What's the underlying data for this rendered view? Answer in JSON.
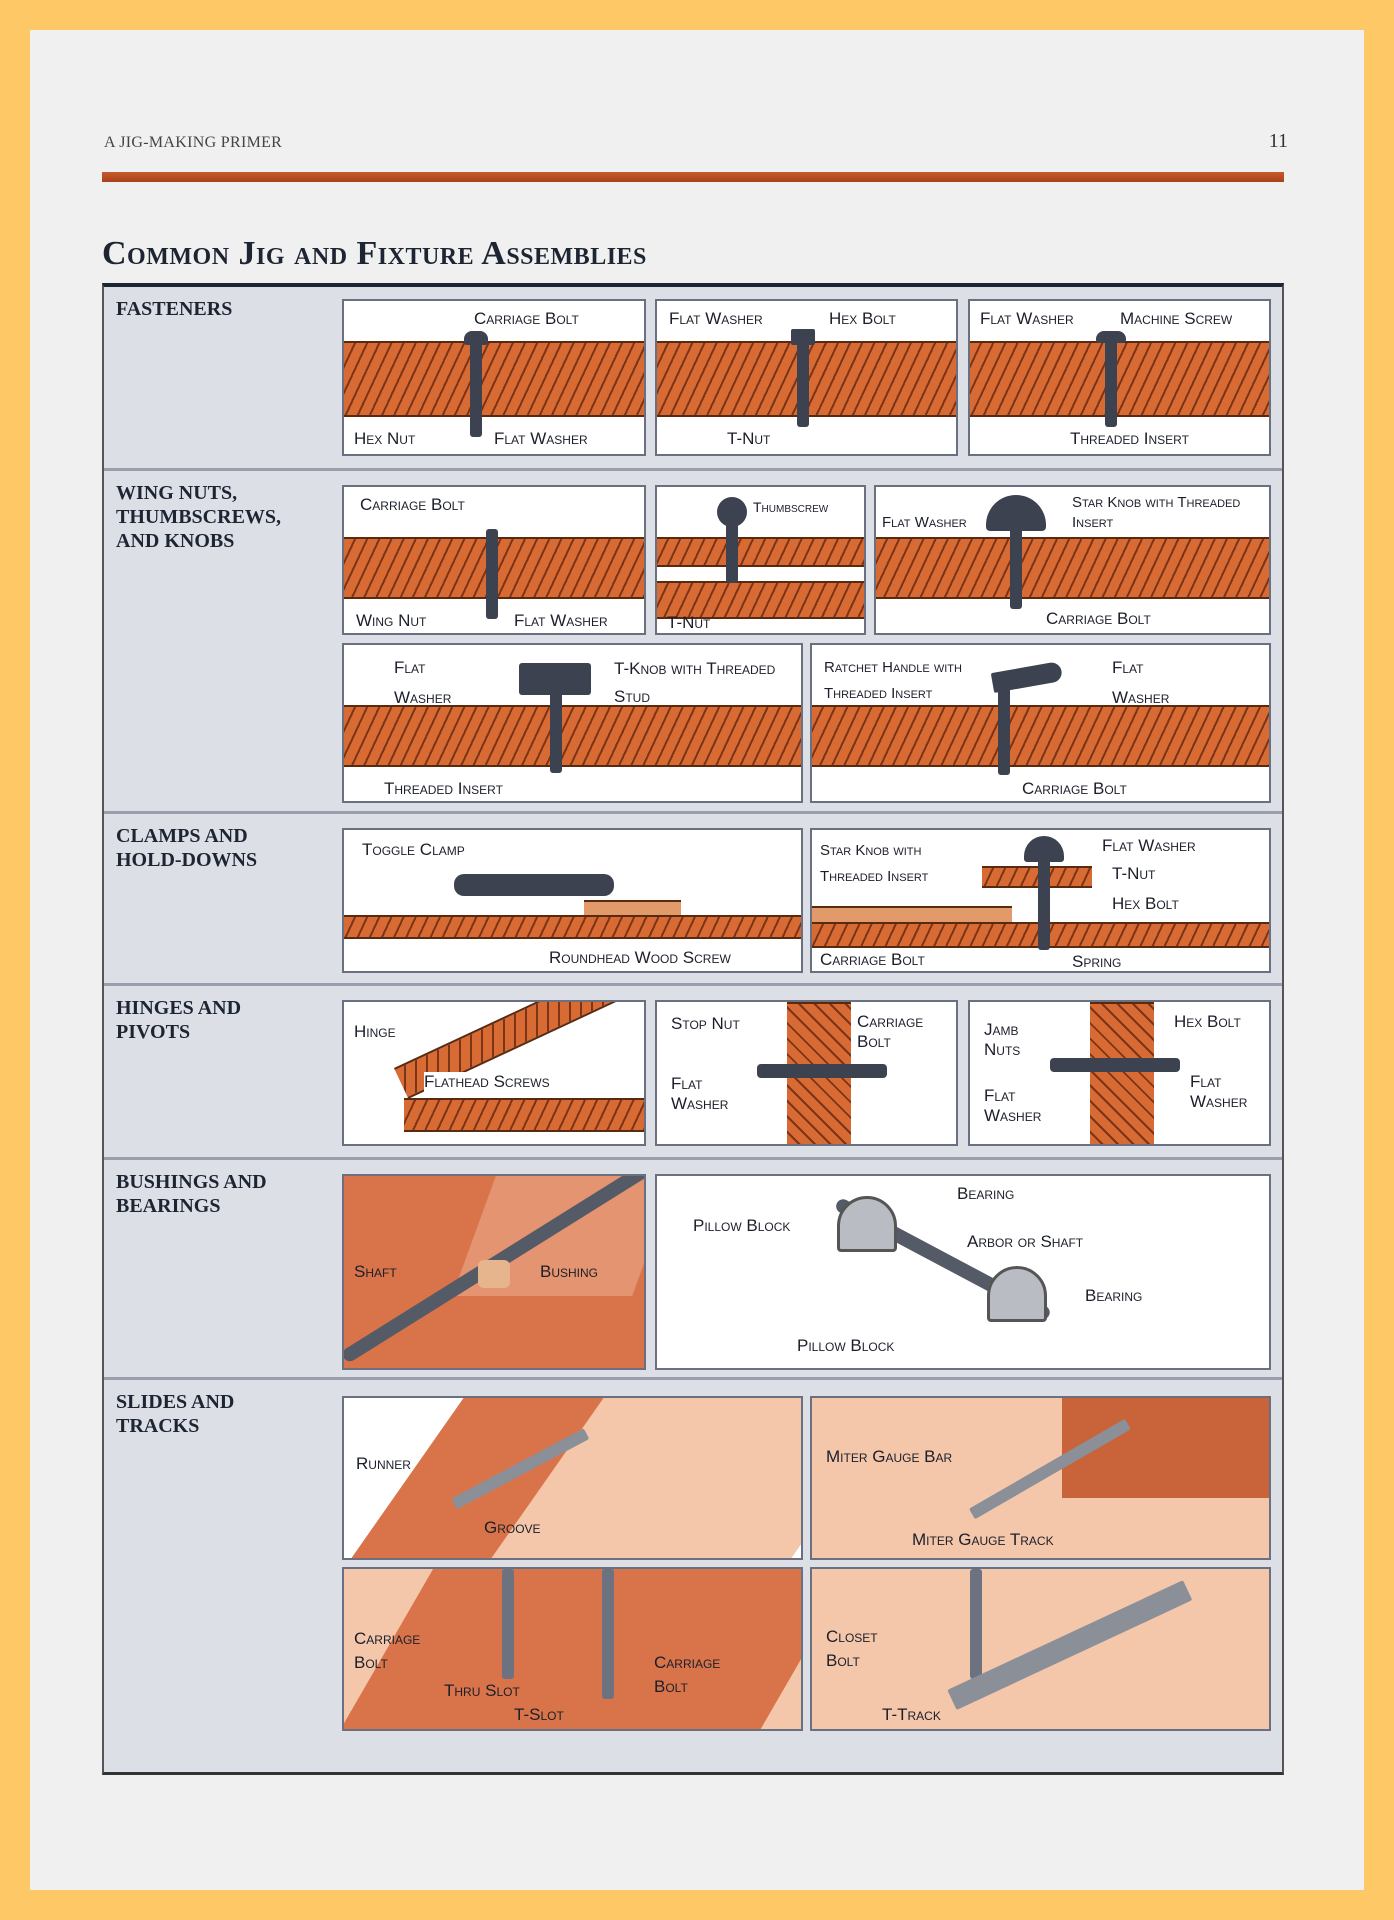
{
  "header": {
    "running_title": "A JIG-MAKING PRIMER",
    "page_number": "11"
  },
  "title": "Common Jig and Fixture Assemblies",
  "sections": [
    {
      "label": "FASTENERS",
      "panels": [
        {
          "labels": [
            "Carriage Bolt",
            "Hex Nut",
            "Flat Washer"
          ]
        },
        {
          "labels": [
            "Flat Washer",
            "Hex Bolt",
            "T-Nut"
          ]
        },
        {
          "labels": [
            "Flat Washer",
            "Machine Screw",
            "Threaded Insert"
          ]
        }
      ]
    },
    {
      "label": "WING NUTS, THUMBSCREWS, AND KNOBS",
      "panels": [
        {
          "labels": [
            "Carriage Bolt",
            "Wing Nut",
            "Flat Washer"
          ]
        },
        {
          "labels": [
            "Thumbscrew",
            "T-Nut"
          ]
        },
        {
          "labels": [
            "Flat Washer",
            "Star Knob with Threaded Insert",
            "Carriage Bolt"
          ]
        },
        {
          "labels": [
            "Flat Washer",
            "T-Knob with Threaded Stud",
            "Threaded Insert"
          ]
        },
        {
          "labels": [
            "Ratchet Handle with Threaded Insert",
            "Flat Washer",
            "Carriage Bolt"
          ]
        }
      ]
    },
    {
      "label": "CLAMPS AND HOLD-DOWNS",
      "panels": [
        {
          "labels": [
            "Toggle Clamp",
            "Roundhead Wood Screw"
          ]
        },
        {
          "labels": [
            "Star Knob with Threaded Insert",
            "Flat Washer",
            "T-Nut",
            "Hex Bolt",
            "Carriage Bolt",
            "Spring"
          ]
        }
      ]
    },
    {
      "label": "HINGES AND PIVOTS",
      "panels": [
        {
          "labels": [
            "Hinge",
            "Flathead Screws"
          ]
        },
        {
          "labels": [
            "Stop Nut",
            "Carriage Bolt",
            "Flat Washer"
          ]
        },
        {
          "labels": [
            "Jamb Nuts",
            "Hex Bolt",
            "Flat Washer",
            "Flat Washer"
          ]
        }
      ]
    },
    {
      "label": "BUSHINGS AND BEARINGS",
      "panels": [
        {
          "labels": [
            "Shaft",
            "Bushing"
          ]
        },
        {
          "labels": [
            "Bearing",
            "Pillow Block",
            "Arbor or Shaft",
            "Bearing",
            "Pillow Block"
          ]
        }
      ]
    },
    {
      "label": "SLIDES AND TRACKS",
      "panels": [
        {
          "labels": [
            "Runner",
            "Groove"
          ]
        },
        {
          "labels": [
            "Miter Gauge Bar",
            "Miter Gauge Track"
          ]
        },
        {
          "labels": [
            "Carriage Bolt",
            "Thru Slot",
            "T-Slot",
            "Carriage Bolt"
          ]
        },
        {
          "labels": [
            "Closet Bolt",
            "T-Track"
          ]
        }
      ]
    }
  ]
}
